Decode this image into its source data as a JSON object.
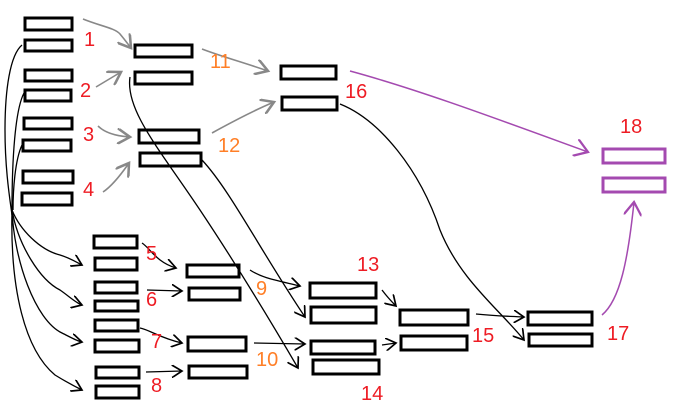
{
  "diagram": {
    "labels": {
      "n1": "1",
      "n2": "2",
      "n3": "3",
      "n4": "4",
      "n5": "5",
      "n6": "6",
      "n7": "7",
      "n8": "8",
      "n9": "9",
      "n10": "10",
      "n11": "11",
      "n12": "12",
      "n13": "13",
      "n14": "14",
      "n15": "15",
      "n16": "16",
      "n17": "17",
      "n18": "18"
    },
    "colors": {
      "red_label": "#ee1c24",
      "orange_label": "#ff7f27",
      "gray_arrow": "#888888",
      "black_arrow": "#000000",
      "purple": "#a44ab0"
    }
  }
}
